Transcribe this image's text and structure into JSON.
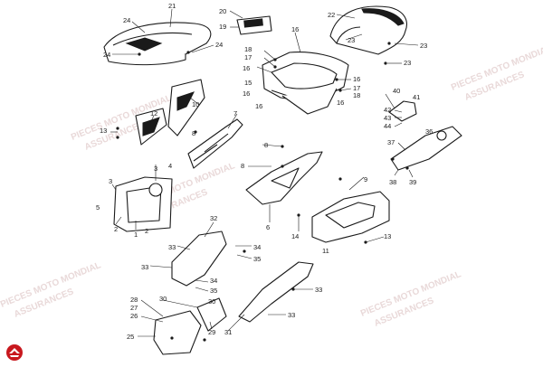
{
  "watermark": {
    "line1": "PIECES MOTO MONDIAL",
    "line2": "ASSURANCES"
  },
  "logo": {
    "icon": "brand-logo-icon",
    "color": "#c8181e"
  },
  "callouts": [
    {
      "id": "c21",
      "text": "21"
    },
    {
      "id": "c24a",
      "text": "24"
    },
    {
      "id": "c24b",
      "text": "24"
    },
    {
      "id": "c24c",
      "text": "24"
    },
    {
      "id": "c20",
      "text": "20"
    },
    {
      "id": "c19",
      "text": "19"
    },
    {
      "id": "c22",
      "text": "22"
    },
    {
      "id": "c23a",
      "text": "23"
    },
    {
      "id": "c23b",
      "text": "23"
    },
    {
      "id": "c23c",
      "text": "23"
    },
    {
      "id": "c16a",
      "text": "16"
    },
    {
      "id": "c16b",
      "text": "16"
    },
    {
      "id": "c16c",
      "text": "16"
    },
    {
      "id": "c16d",
      "text": "16"
    },
    {
      "id": "c16e",
      "text": "16"
    },
    {
      "id": "c16f",
      "text": "16"
    },
    {
      "id": "c18a",
      "text": "18"
    },
    {
      "id": "c17a",
      "text": "17"
    },
    {
      "id": "c15",
      "text": "15"
    },
    {
      "id": "c17b",
      "text": "17"
    },
    {
      "id": "c18b",
      "text": "18"
    },
    {
      "id": "c10",
      "text": "10"
    },
    {
      "id": "c12",
      "text": "12"
    },
    {
      "id": "c13a",
      "text": "13"
    },
    {
      "id": "c8a",
      "text": "8"
    },
    {
      "id": "c7",
      "text": "7"
    },
    {
      "id": "c8b",
      "text": "8"
    },
    {
      "id": "c8c",
      "text": "8"
    },
    {
      "id": "c40",
      "text": "40"
    },
    {
      "id": "c41",
      "text": "41"
    },
    {
      "id": "c42",
      "text": "42"
    },
    {
      "id": "c43",
      "text": "43"
    },
    {
      "id": "c44",
      "text": "44"
    },
    {
      "id": "c36",
      "text": "36"
    },
    {
      "id": "c37",
      "text": "37"
    },
    {
      "id": "c38",
      "text": "38"
    },
    {
      "id": "c39",
      "text": "39"
    },
    {
      "id": "c3",
      "text": "3"
    },
    {
      "id": "c4",
      "text": "4"
    },
    {
      "id": "c3b",
      "text": "3"
    },
    {
      "id": "c5",
      "text": "5"
    },
    {
      "id": "c2a",
      "text": "2"
    },
    {
      "id": "c1",
      "text": "1"
    },
    {
      "id": "c2b",
      "text": "2"
    },
    {
      "id": "c6",
      "text": "6"
    },
    {
      "id": "c9",
      "text": "9"
    },
    {
      "id": "c14",
      "text": "14"
    },
    {
      "id": "c11",
      "text": "11"
    },
    {
      "id": "c13b",
      "text": "13"
    },
    {
      "id": "c32",
      "text": "32"
    },
    {
      "id": "c33a",
      "text": "33"
    },
    {
      "id": "c34a",
      "text": "34"
    },
    {
      "id": "c35a",
      "text": "35"
    },
    {
      "id": "c33b",
      "text": "33"
    },
    {
      "id": "c34b",
      "text": "34"
    },
    {
      "id": "c35b",
      "text": "35"
    },
    {
      "id": "c28",
      "text": "28"
    },
    {
      "id": "c27",
      "text": "27"
    },
    {
      "id": "c26",
      "text": "26"
    },
    {
      "id": "c30a",
      "text": "30"
    },
    {
      "id": "c30b",
      "text": "30"
    },
    {
      "id": "c29",
      "text": "29"
    },
    {
      "id": "c25",
      "text": "25"
    },
    {
      "id": "c31",
      "text": "31"
    },
    {
      "id": "c33c",
      "text": "33"
    },
    {
      "id": "c33d",
      "text": "33"
    }
  ]
}
